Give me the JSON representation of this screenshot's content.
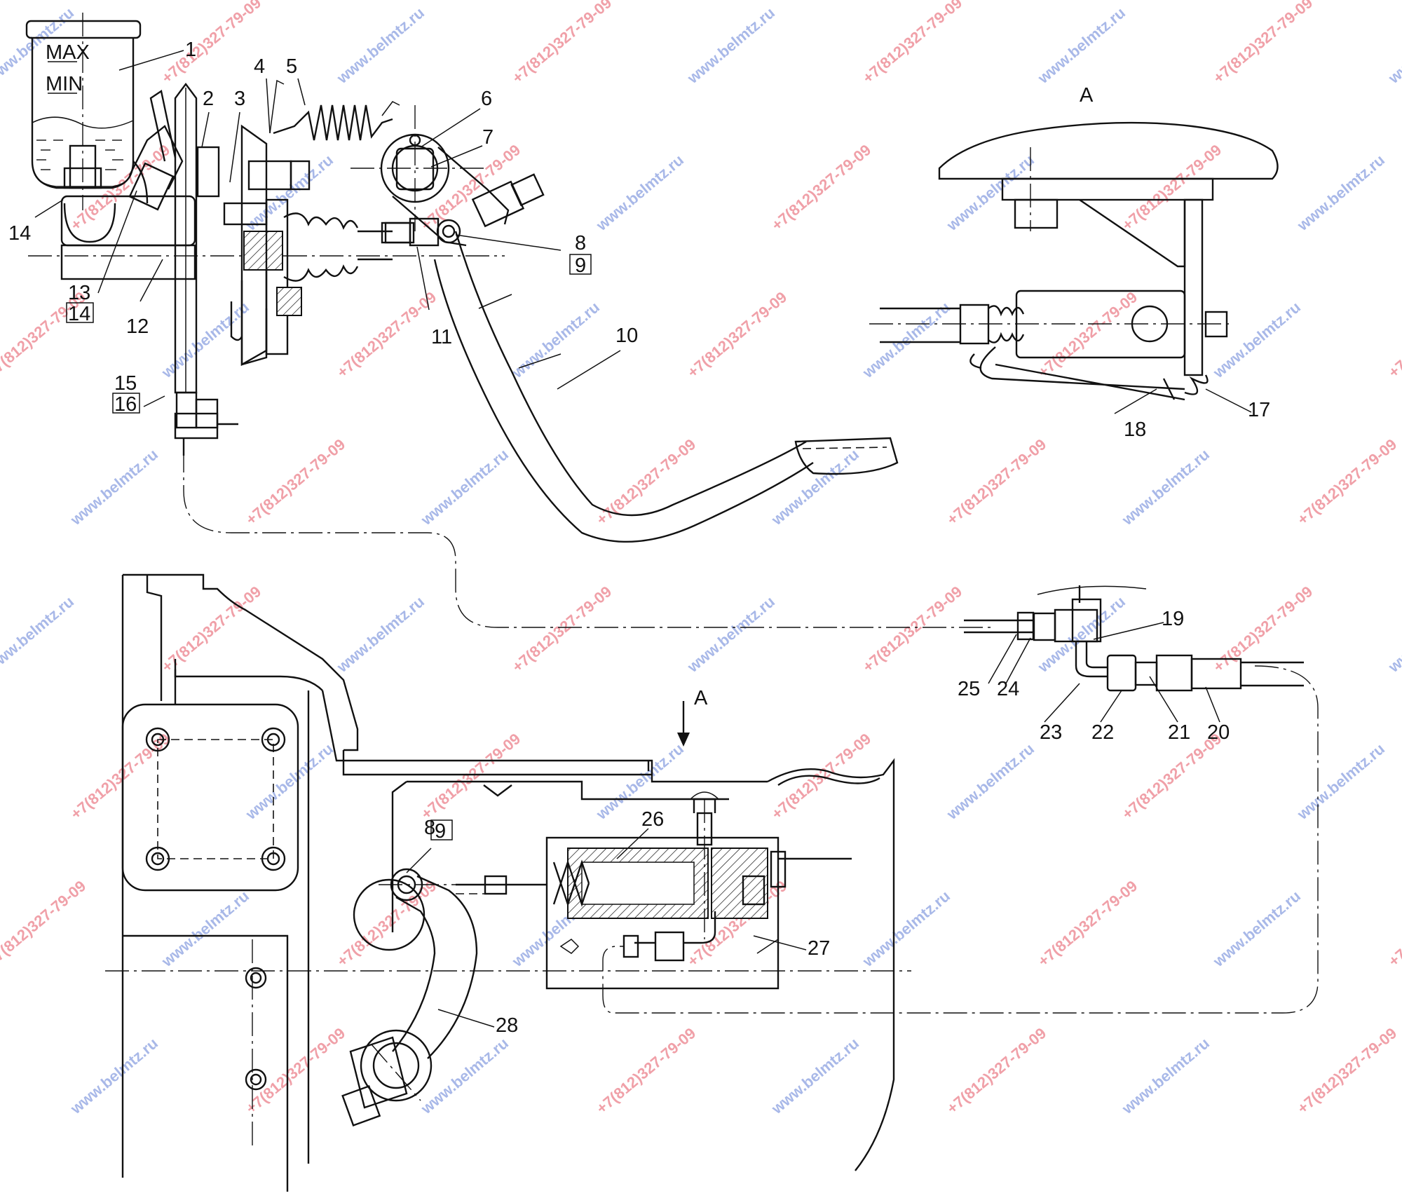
{
  "reservoir_marks": {
    "max": "MAX",
    "min": "MIN"
  },
  "view_letter": "A",
  "callouts": {
    "c1": "1",
    "c2": "2",
    "c3": "3",
    "c4": "4",
    "c5": "5",
    "c6": "6",
    "c7": "7",
    "c8": "8",
    "c9": "9",
    "c10": "10",
    "c11": "11",
    "c12": "12",
    "c13": "13",
    "c14": "14",
    "c15": "15",
    "c16": "16",
    "c17": "17",
    "c18": "18",
    "c19": "19",
    "c20": "20",
    "c21": "21",
    "c22": "22",
    "c23": "23",
    "c24": "24",
    "c25": "25",
    "c26": "26",
    "c27": "27",
    "c28": "28"
  },
  "watermarks": {
    "site": "www.belmtz.ru",
    "phone": "+7(812)327-79-09"
  }
}
